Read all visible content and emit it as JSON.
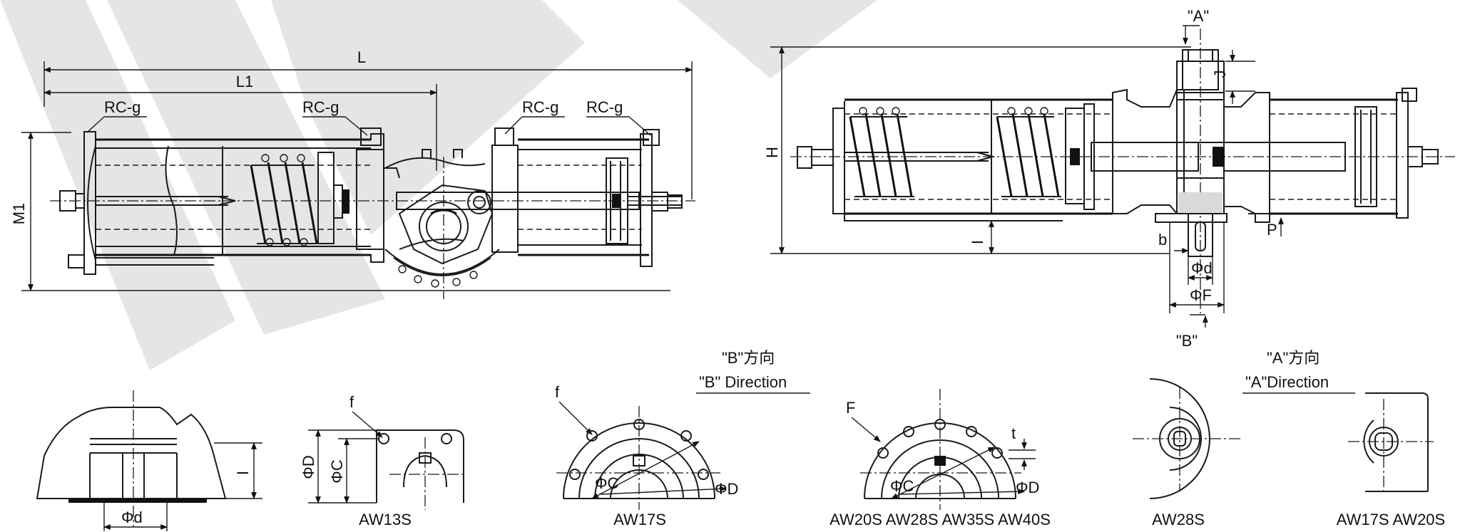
{
  "labels": {
    "L": "L",
    "L1": "L1",
    "M1": "M1",
    "H": "H",
    "I_top": "I",
    "J": "J",
    "P": "P",
    "b": "b",
    "phi_d": "Φd",
    "phi_F": "ΦF",
    "A_mark": "\"A\"",
    "B_mark": "\"B\"",
    "rc": [
      "RC-g",
      "RC-g",
      "RC-g",
      "RC-g"
    ],
    "B_direction_cn": "\"B\"方向",
    "B_direction_en": "\"B\" Direction",
    "A_direction_cn": "\"A\"方向",
    "A_direction_en": "\"A\"Direction",
    "I_detail": "I",
    "phi_d_detail": "Φd",
    "f1": "f",
    "phi_D1": "ΦD",
    "phi_C1": "ΦC",
    "f2": "f",
    "phi_C2": "ΦC",
    "phi_D2": "ΦD",
    "F3": "F",
    "t3": "t",
    "phi_C3": "ΦC",
    "phi_D3": "ΦD"
  },
  "captions": {
    "aw13s": "AW13S",
    "aw17s": "AW17S",
    "aw20s_group": "AW20S AW28S AW35S AW40S",
    "aw28s": "AW28S",
    "aw17s_aw20s": "AW17S  AW20S"
  }
}
